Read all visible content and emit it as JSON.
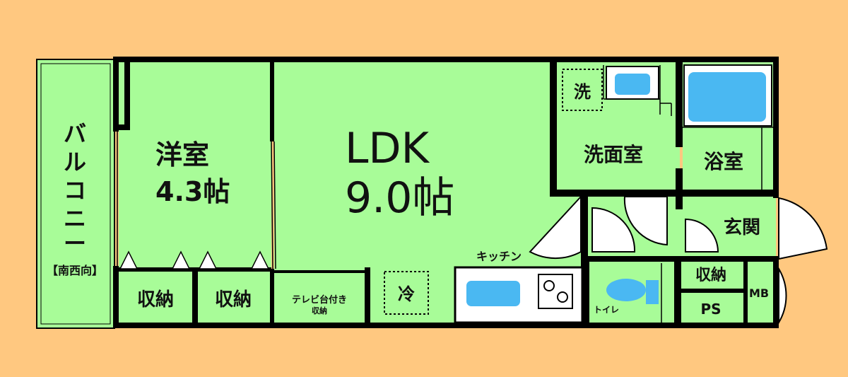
{
  "rooms": {
    "balcony": {
      "label": "バルコニー",
      "orientation": "【南西向】"
    },
    "western_room": {
      "name": "洋室",
      "size": "4.3帖"
    },
    "ldk": {
      "name": "LDK",
      "size": "9.0帖"
    },
    "storage_left": "収納",
    "storage_right": "収納",
    "tv_storage": {
      "line1": "テレビ台付き",
      "line2": "収納"
    },
    "fridge": "冷",
    "kitchen": "キッチン",
    "washer": "洗",
    "washroom": "洗面室",
    "bathroom": "浴室",
    "entrance": "玄関",
    "toilet": "トイレ",
    "storage_entrance": "収納",
    "ps": "PS",
    "mb": "MB"
  },
  "colors": {
    "background": "#ffc880",
    "room_fill": "#a8fc98",
    "wall": "#000000",
    "fixture_blue": "#4ab8f2"
  }
}
